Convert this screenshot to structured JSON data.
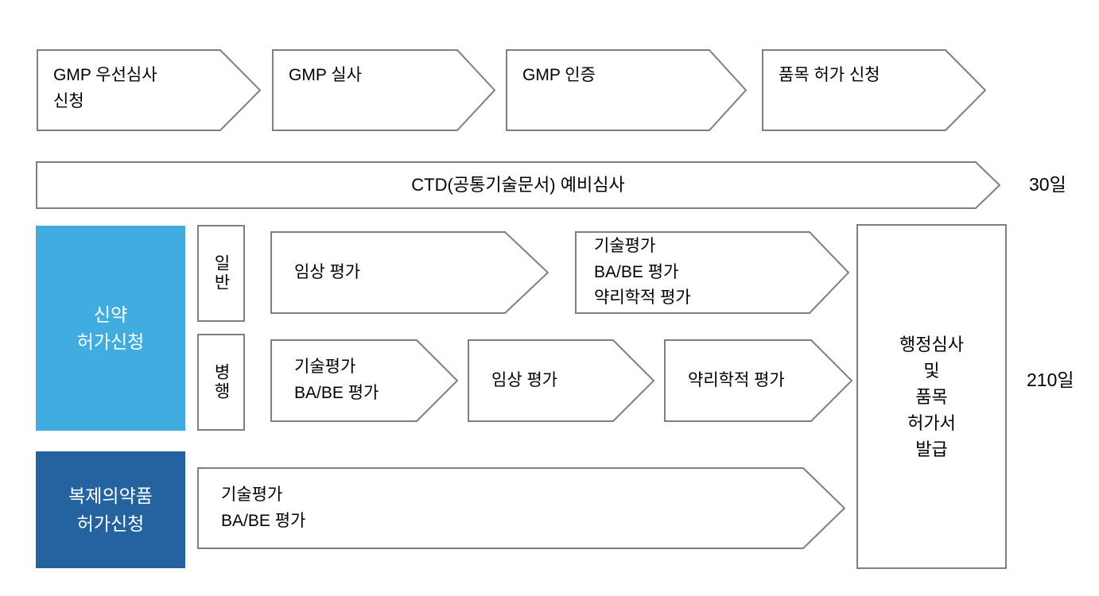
{
  "colors": {
    "border": "#7f7f7f",
    "light_blue": "#41ACDF",
    "dark_blue": "#2563A0",
    "text": "#000000",
    "box_text_light": "#ffffff"
  },
  "top_flow": {
    "steps": [
      {
        "label": "GMP 우선심사\n신청"
      },
      {
        "label": "GMP 실사"
      },
      {
        "label": "GMP 인증"
      },
      {
        "label": "품목 허가 신청"
      }
    ]
  },
  "ctd_row": {
    "label": "CTD(공통기술문서) 예비심사",
    "duration": "30일"
  },
  "new_drug": {
    "title": "신약\n허가신청",
    "general": {
      "label": "일반",
      "steps": [
        {
          "label": "임상 평가"
        },
        {
          "label": "기술평가\nBA/BE 평가\n약리학적 평가"
        }
      ]
    },
    "parallel": {
      "label": "병행",
      "steps": [
        {
          "label": "기술평가\nBA/BE 평가"
        },
        {
          "label": "임상 평가"
        },
        {
          "label": "약리학적 평가"
        }
      ]
    }
  },
  "generic_drug": {
    "title": "복제의약품\n허가신청",
    "steps": [
      {
        "label": "기술평가\nBA/BE 평가"
      }
    ]
  },
  "final_step": {
    "label": "행정심사\n및\n품목\n허가서\n발급",
    "duration": "210일"
  }
}
